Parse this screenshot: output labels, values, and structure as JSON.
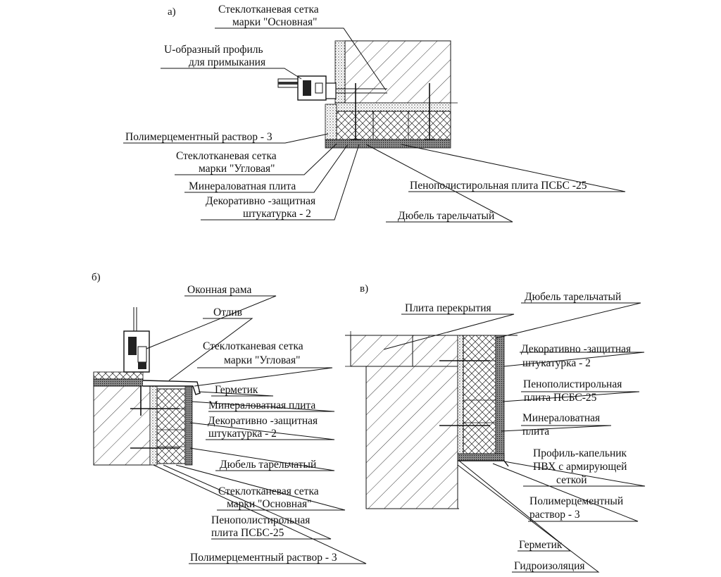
{
  "sections": {
    "a": "а)",
    "b": "б)",
    "v": "в)"
  },
  "a": {
    "mesh_main_1": "Стеклотканевая сетка",
    "mesh_main_2": "марки \"Основная\"",
    "uprofile_1": "U-образный профиль",
    "uprofile_2": "для примыкания",
    "polymer": "Полимерцементный раствор  - 3",
    "mesh_corner_1": "Стеклотканевая сетка",
    "mesh_corner_2": "марки \"Угловая\"",
    "mineral": "Минераловатная плита",
    "plaster_1": "Декоративно -защитная",
    "plaster_2": "штукатурка  - 2",
    "eps": "Пенополистирольная плита ПСБС -25",
    "dowel": "Дюбель тарельчатый"
  },
  "b": {
    "window": "Оконная рама",
    "sill": "Отлив",
    "mesh_corner_1": "Стеклотканевая сетка",
    "mesh_corner_2": "марки \"Угловая\"",
    "sealant": "Герметик",
    "mineral": "Минераловатная плита",
    "plaster_1": "Декоративно -защитная",
    "plaster_2": "штукатурка  - 2",
    "dowel": "Дюбель тарельчатый",
    "mesh_main_1": "Стеклотканевая сетка",
    "mesh_main_2": "марки \"Основная\"",
    "eps_1": "Пенополистирольная",
    "eps_2": "плита ПСБС-25",
    "polymer": "Полимерцементный раствор  - 3"
  },
  "v": {
    "slab": "Плита перекрытия",
    "dowel": "Дюбель тарельчатый",
    "plaster_1": "Декоративно -защитная",
    "plaster_2": "штукатурка  - 2",
    "eps_1": "Пенополистирольная",
    "eps_2": "плита ПСБС-25",
    "mineral_1": "Минераловатная",
    "mineral_2": "плита",
    "drip_1": "Профиль-капельник",
    "drip_2": "ПВХ с армирующей",
    "drip_3": "сеткой",
    "polymer_1": "Полимерцементный",
    "polymer_2": "раствор  - 3",
    "sealant": "Герметик",
    "waterproof": "Гидроизоляция"
  }
}
